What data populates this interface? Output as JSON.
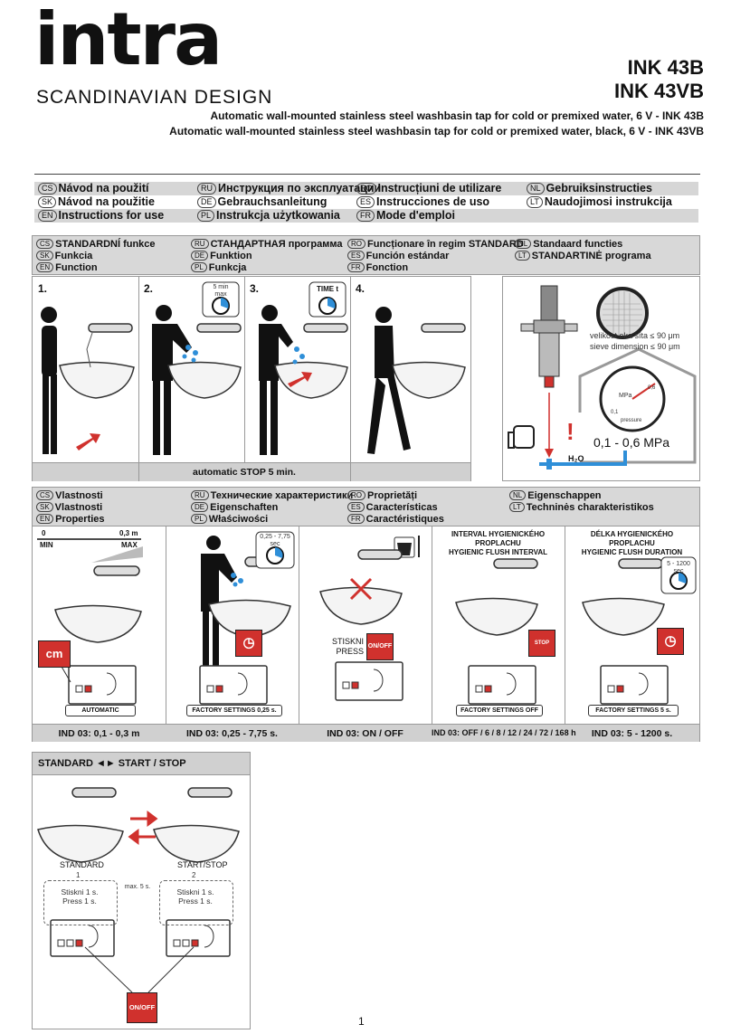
{
  "header": {
    "brand": "intra",
    "tagline": "SCANDINAVIAN DESIGN",
    "model_1": "INK 43B",
    "model_2": "INK 43VB",
    "subtitle_1": "Automatic wall-mounted stainless steel washbasin tap for cold or premixed water, 6 V - INK 43B",
    "subtitle_2": "Automatic wall-mounted stainless steel washbasin tap for cold or premixed water, black, 6 V - INK 43VB"
  },
  "instructions": [
    [
      {
        "code": "CS",
        "text": "Návod na použití"
      },
      {
        "code": "RU",
        "text": "Инструкция по эксплуатации"
      },
      {
        "code": "RO",
        "text": "Instrucțiuni de utilizare"
      },
      {
        "code": "NL",
        "text": "Gebruiksinstructies"
      }
    ],
    [
      {
        "code": "SK",
        "text": "Návod na použitie"
      },
      {
        "code": "DE",
        "text": "Gebrauchsanleitung"
      },
      {
        "code": "ES",
        "text": "Instrucciones de uso"
      },
      {
        "code": "LT",
        "text": "Naudojimosi instrukcija"
      }
    ],
    [
      {
        "code": "EN",
        "text": "Instructions for use"
      },
      {
        "code": "PL",
        "text": "Instrukcja użytkowania"
      },
      {
        "code": "FR",
        "text": "Mode d'emploi"
      }
    ]
  ],
  "function_section": {
    "rows": [
      [
        {
          "code": "CS",
          "text": "STANDARDNÍ funkce"
        },
        {
          "code": "RU",
          "text": "СТАНДАРТНАЯ программа"
        },
        {
          "code": "RO",
          "text": "Funcționare în regim STANDARD"
        },
        {
          "code": "NL",
          "text": "Standaard functies"
        }
      ],
      [
        {
          "code": "SK",
          "text": "Funkcia"
        },
        {
          "code": "DE",
          "text": "Funktion"
        },
        {
          "code": "ES",
          "text": "Función estándar"
        },
        {
          "code": "LT",
          "text": "STANDARTINĖ programa"
        }
      ],
      [
        {
          "code": "EN",
          "text": "Function"
        },
        {
          "code": "PL",
          "text": "Funkcja"
        },
        {
          "code": "FR",
          "text": "Fonction"
        }
      ]
    ],
    "steps": [
      "1.",
      "2.",
      "3.",
      "4."
    ],
    "step2_timer": [
      "5 min",
      "max"
    ],
    "step3_timer": "TIME t",
    "stop_caption": "automatic STOP 5 min.",
    "filter": {
      "line1": "velikost oka síta ≤ 90 μm",
      "line2": "sieve dimension ≤ 90 μm",
      "gauge_unit": "MPa",
      "gauge_ticks": [
        "0,1",
        "0,6"
      ],
      "gauge_label": "pressure",
      "pressure_range": "0,1 - 0,6 MPa",
      "water": "H₂O"
    }
  },
  "properties_section": {
    "rows": [
      [
        {
          "code": "CS",
          "text": "Vlastnosti"
        },
        {
          "code": "RU",
          "text": "Технические характеристики"
        },
        {
          "code": "RO",
          "text": "Proprietăți"
        },
        {
          "code": "NL",
          "text": "Eigenschappen"
        }
      ],
      [
        {
          "code": "SK",
          "text": "Vlastnosti"
        },
        {
          "code": "DE",
          "text": "Eigenschaften"
        },
        {
          "code": "ES",
          "text": "Características"
        },
        {
          "code": "LT",
          "text": "Techninės charakteristikos"
        }
      ],
      [
        {
          "code": "EN",
          "text": "Properties"
        },
        {
          "code": "PL",
          "text": "Właściwości"
        },
        {
          "code": "FR",
          "text": "Caractéristiques"
        }
      ]
    ],
    "range_min_val": "0",
    "range_max_val": "0,3 m",
    "range_min": "MIN",
    "range_max": "MAX",
    "cm": "cm",
    "timer_1": [
      "0,25 - 7,75",
      "sec"
    ],
    "stiskni": "STISKNI",
    "press": "PRESS",
    "onoff": "ON/OFF",
    "stop_mini": "STOP",
    "interval_title": [
      "INTERVAL HYGIENICKÉHO",
      "PROPLACHU",
      "HYGIENIC FLUSH INTERVAL"
    ],
    "duration_title": [
      "DÉLKA HYGIENICKÉHO",
      "PROPLACHU",
      "HYGIENIC FLUSH DURATION"
    ],
    "timer_2": [
      "5 - 1200",
      "sec"
    ],
    "pills": [
      "AUTOMATIC",
      "FACTORY SETTINGS 0,25 s.",
      "FACTORY SETTINGS OFF",
      "FACTORY SETTINGS 5 s."
    ],
    "ind": [
      "IND 03: 0,1 - 0,3 m",
      "IND 03: 0,25 - 7,75 s.",
      "IND 03: ON / OFF",
      "IND 03: OFF / 6 / 8 / 12 / 24 / 72 / 168 h",
      "IND 03:   5 - 1200 s."
    ]
  },
  "standard_section": {
    "title": "STANDARD ◄► START / STOP",
    "label_standard": "STANDARD",
    "label_startstop": "START/STOP",
    "step1": "1",
    "step2": "2",
    "press_line1": "Stiskni 1 s.",
    "press_line2": "Press 1 s.",
    "max": "max. 5 s.",
    "onoff": "ON/OFF"
  },
  "page_number": "1",
  "colors": {
    "accent_red": "#d0312d",
    "accent_blue": "#2f8fd8",
    "panel_gray": "#d8d8d8"
  }
}
